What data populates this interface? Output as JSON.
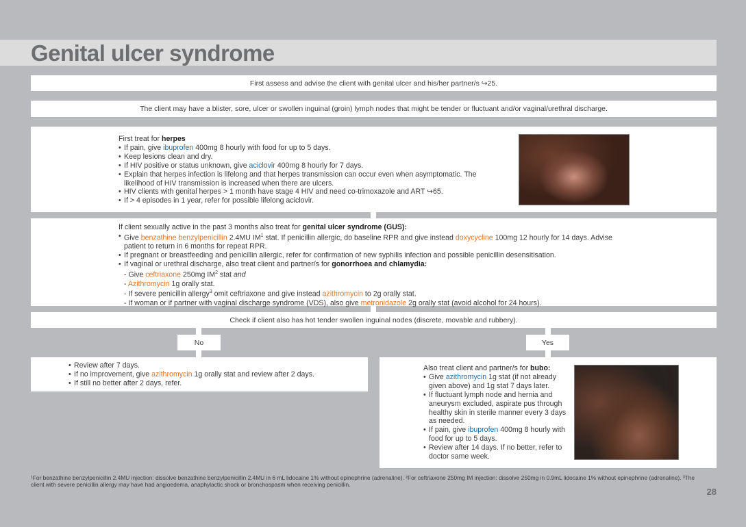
{
  "header": {
    "title": "Genital ulcer syndrome"
  },
  "intro": {
    "assess": "First assess and advise the client with genital ulcer and his/her partner/s ↪25.",
    "presentation": "The client may have a blister, sore, ulcer or swollen inguinal (groin) lymph nodes that might be tender or fluctuant and/or vaginal/urethral discharge."
  },
  "herpes": {
    "lead": "First treat for ",
    "lead_bold": "herpes",
    "i1_a": "If pain, give ",
    "i1_drug": "ibuprofen",
    "i1_b": " 400mg 8 hourly with food for up to 5 days.",
    "i2": "Keep lesions clean and dry.",
    "i3_a": "If HIV positive or status unknown, give ",
    "i3_drug": "aciclovir",
    "i3_b": " 400mg 8 hourly for 7 days.",
    "i4": "Explain that herpes infection is lifelong and that herpes transmission can occur even when asymptomatic. The likelihood of HIV transmission is increased when there are ulcers.",
    "i5": "HIV clients with genital herpes > 1 month have stage 4 HIV and need co-trimoxazole and ART ↪65.",
    "i6": "If > 4 episodes in 1 year, refer for possible lifelong aciclovir."
  },
  "gus": {
    "lead": "If client sexually active in the past 3 months also treat for ",
    "lead_bold": "genital ulcer syndrome (GUS):",
    "i1_a": "Give ",
    "i1_drug": "benzathine benzylpenicillin",
    "i1_b": " 2.4MU IM",
    "i1_sup": "1",
    "i1_c": " stat. If penicillin allergic, do baseline RPR and give instead ",
    "i1_drug2": "doxycycline",
    "i1_d": " 100mg 12 hourly for 14 days. Advise patient to return in 6 months for repeat RPR.",
    "i2": "If pregnant or breastfeeding and penicillin allergic, refer for confirmation of new syphilis infection and possible penicillin desensitisation.",
    "i3_a": "If vaginal or urethral discharge, also treat client and partner/s for ",
    "i3_bold": "gonorrhoea and chlamydia:",
    "s1_a": "- Give ",
    "s1_drug": "ceftriaxone",
    "s1_b": " 250mg IM",
    "s1_sup": "2",
    "s1_c": " stat ",
    "s1_and": "and",
    "s2_a": "- ",
    "s2_drug": "Azithromycin",
    "s2_b": " 1g orally stat.",
    "s3_a": "- If severe penicillin allergy",
    "s3_sup": "3",
    "s3_b": " omit ceftriaxone and give instead ",
    "s3_drug": "azithromycin",
    "s3_c": " to 2g orally stat.",
    "s4_a": "- If woman or if partner with vaginal discharge syndrome (VDS), also give ",
    "s4_drug": "metronidazole",
    "s4_b": " 2g orally stat (avoid alcohol for 24 hours)."
  },
  "check": {
    "text": "Check if client also has hot tender swollen inguinal nodes (discrete, movable and rubbery)."
  },
  "no": {
    "label": "No",
    "i1": "Review after 7 days.",
    "i2_a": "If no improvement, give ",
    "i2_drug": "azithromycin",
    "i2_b": " 1g orally stat and review after 2 days.",
    "i3": "If still no better after 2 days, refer."
  },
  "yes": {
    "label": "Yes",
    "lead": "Also treat client and partner/s for ",
    "lead_bold": "bubo:",
    "i1_a": "Give ",
    "i1_drug": "azithromycin",
    "i1_b": " 1g stat (if not already given above) and 1g stat 7 days later.",
    "i2": "If fluctuant lymph node and hernia and aneurysm excluded, aspirate pus through healthy skin in sterile manner every 3 days as needed.",
    "i3_a": "If pain, give ",
    "i3_drug": "ibuprofen",
    "i3_b": " 400mg 8 hourly with food for up to 5 days.",
    "i4": "Review after 14 days. If no better, refer to doctor same week."
  },
  "footnotes": {
    "text": "¹For benzathine benzylpenicillin 2.4MU injection: dissolve benzathine benzylpenicillin 2.4MU in 6 mL lidocaine 1% without epinephrine (adrenaline).  ²For ceftriaxone 250mg IM injection: dissolve 250mg in 0.9mL lidocaine 1% without epinephrine (adrenaline).  ³The client with severe penicillin allergy may have had angioedema, anaphylactic shock or bronchospasm when receiving penicillin."
  },
  "page": {
    "number": "28"
  },
  "colors": {
    "background": "#b9babd",
    "drug_blue": "#1f6aa8",
    "drug_orange": "#e0772a",
    "title": "#6d6e70"
  }
}
